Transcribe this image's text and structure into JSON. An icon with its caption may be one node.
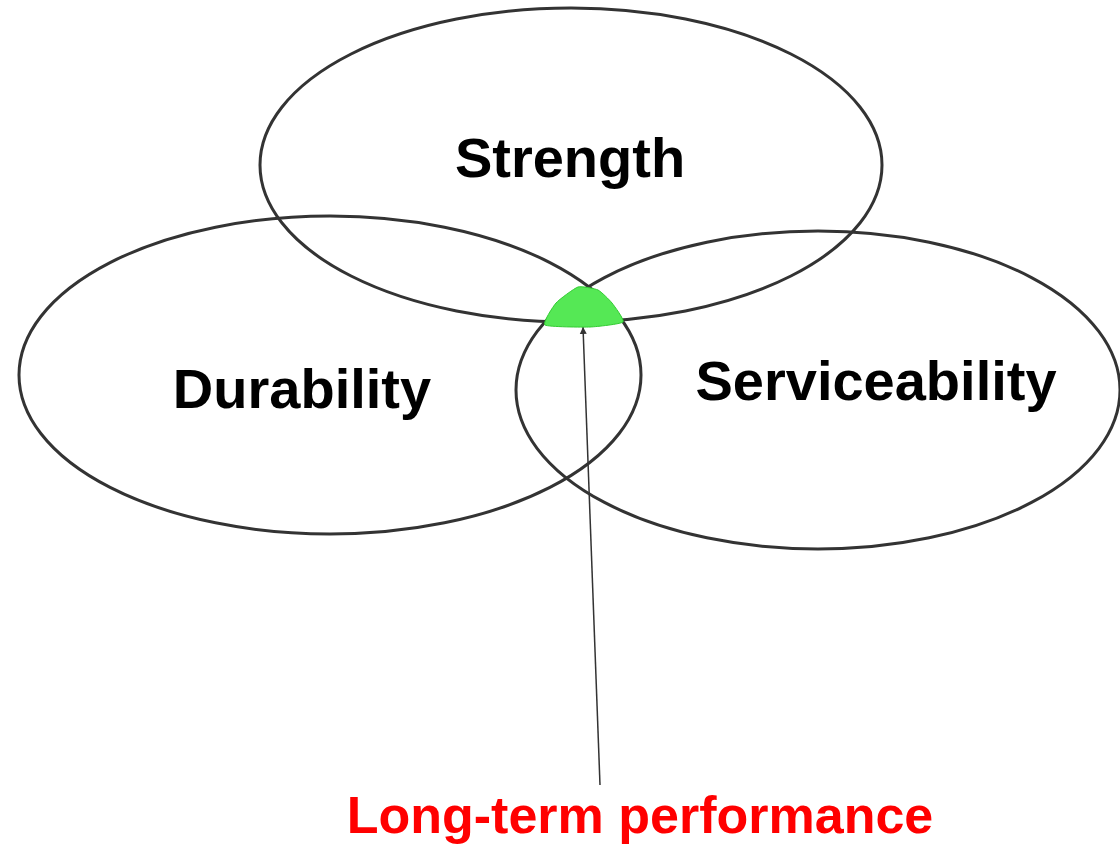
{
  "diagram": {
    "nodes": [
      {
        "text": [
          "Strength"
        ]
      },
      {
        "text": [
          "Durability"
        ]
      },
      {
        "text": [
          "Serviceability"
        ]
      },
      {
        "text": [],
        "shape": "region"
      },
      {
        "text": [
          "Long-term performance"
        ]
      }
    ],
    "edges": [
      {
        "from": 4,
        "to": 3,
        "arrow": "to"
      }
    ]
  }
}
